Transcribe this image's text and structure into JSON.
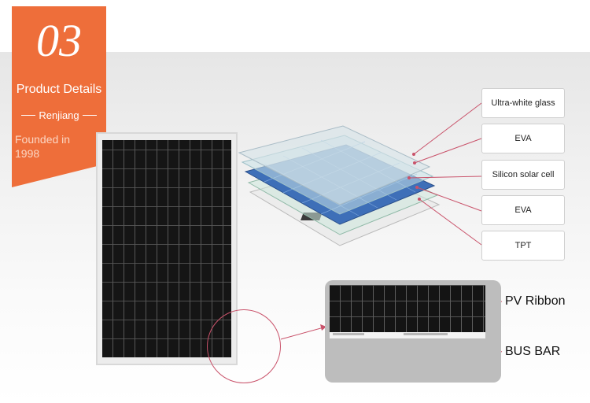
{
  "badge": {
    "number": "03",
    "title": "Product Details",
    "company": "Renjiang",
    "founded": "Founded in 1998"
  },
  "layers": [
    {
      "label": "Ultra-white glass"
    },
    {
      "label": "EVA"
    },
    {
      "label": "Silicon solar cell"
    },
    {
      "label": "EVA"
    },
    {
      "label": "TPT"
    }
  ],
  "callouts": {
    "ribbon": "PV Ribbon",
    "busbar": "BUS BAR"
  },
  "colors": {
    "accent": "#ee6e3a",
    "leader": "#c9526a",
    "cell_blue": "#3e6fb8"
  }
}
